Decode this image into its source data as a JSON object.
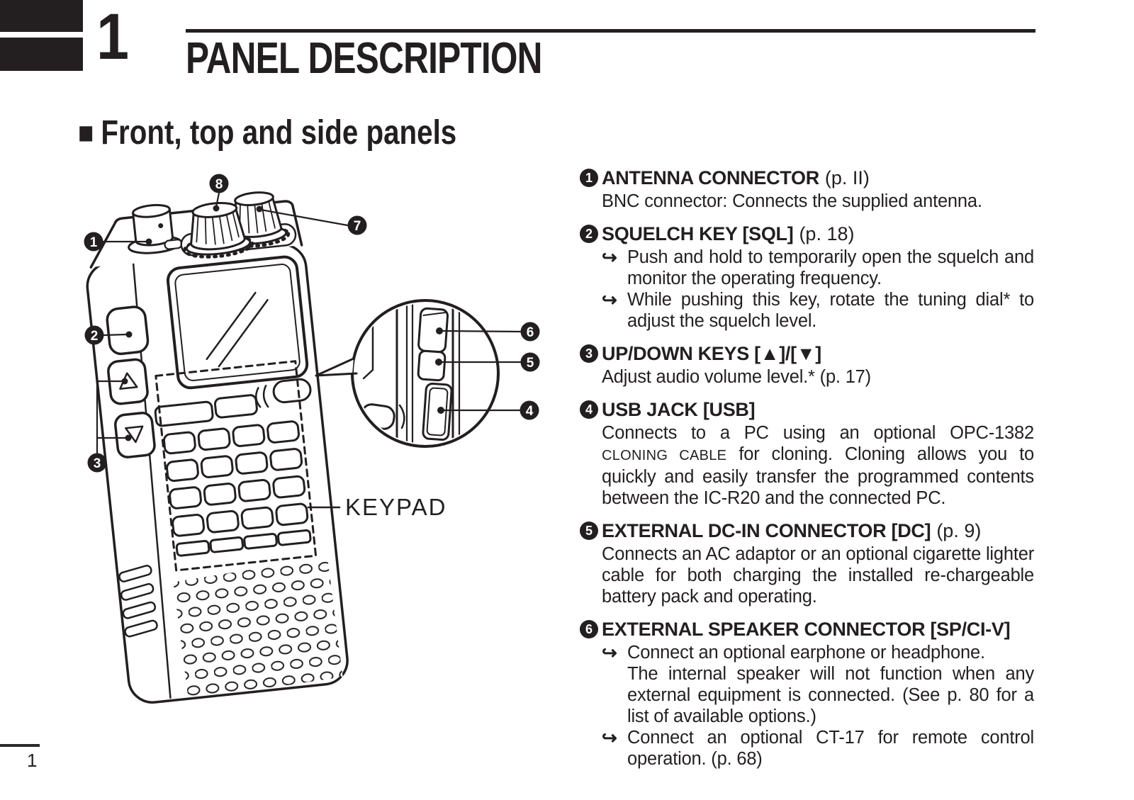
{
  "header": {
    "chapter_number": "1",
    "title": "PANEL DESCRIPTION"
  },
  "section": {
    "marker": "■",
    "title": "Front, top and side panels"
  },
  "glyphs": {
    "arrow_bullet": "↪"
  },
  "diagram": {
    "keypad_label": "KEYPAD",
    "callouts": {
      "c1": "1",
      "c2": "2",
      "c3": "3",
      "c4": "4",
      "c5": "5",
      "c6": "6",
      "c7": "7",
      "c8": "8"
    }
  },
  "items": [
    {
      "num": "1",
      "title": "ANTENNA CONNECTOR",
      "pageref": "(p. II)",
      "body": "BNC connector: Connects the supplied antenna."
    },
    {
      "num": "2",
      "title": "SQUELCH KEY [SQL]",
      "pageref": "(p. 18)",
      "bullets": [
        "Push and hold to temporarily open the squelch and monitor the operating frequency.",
        "While pushing this key, rotate the tuning dial* to adjust the squelch level."
      ]
    },
    {
      "num": "3",
      "title": "UP/DOWN KEYS [▲]/[▼]",
      "body": "Adjust audio volume level.* (p. 17)"
    },
    {
      "num": "4",
      "title": "USB JACK [USB]",
      "body_pre": "Connects to a PC using an optional OPC-1382 ",
      "body_sc": "CLONING CABLE",
      "body_post": " for cloning. Cloning allows you to quickly and easily transfer the programmed contents between the IC-R20 and the connected PC."
    },
    {
      "num": "5",
      "title": "EXTERNAL DC-IN CONNECTOR [DC]",
      "pageref": "(p. 9)",
      "body": "Connects an AC adaptor or an optional cigarette lighter cable for both charging the installed re-chargeable battery pack and operating."
    },
    {
      "num": "6",
      "title": "EXTERNAL SPEAKER CONNECTOR [SP/CI-V]",
      "bullets": [
        "Connect an optional earphone or headphone.",
        "Connect an optional CT-17 for remote control operation. (p. 68)"
      ],
      "bullet1_continuation": "The internal speaker will not function when any external equipment is connected. (See p. 80 for a list of available options.)"
    }
  ],
  "footer": {
    "page_number": "1"
  }
}
